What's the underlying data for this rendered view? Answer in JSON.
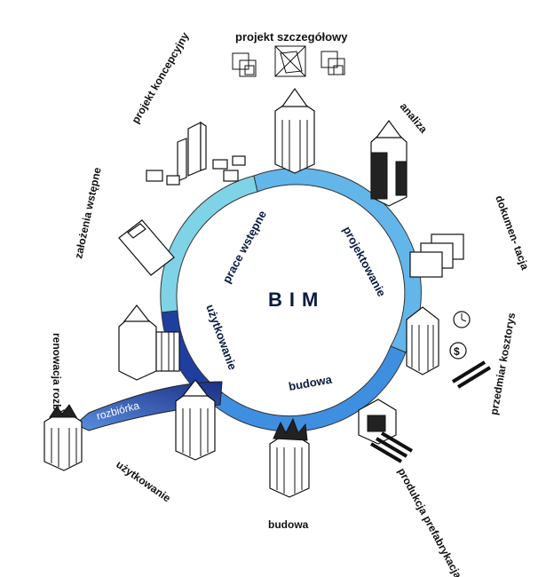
{
  "center_label": "BIM",
  "ring_phases": {
    "design_pre": "prace wstępne",
    "design": "projektowanie",
    "construction": "budowa",
    "use": "użytkowanie"
  },
  "demolition_label": "rozbiórka",
  "outer_labels": {
    "detail_design": "projekt szczegółowy",
    "concept_design": "projekt koncepcyjny",
    "analysis": "analiza",
    "documentation": "dokumen- tacja",
    "assumptions": "założenia wstępne",
    "renovation": "renowacja rozbudowa",
    "quantity": "przedmiar kosztorys",
    "prefab": "produkcja prefabrykacja",
    "construction": "budowa",
    "use": "użytkowanie"
  },
  "colors": {
    "ring_light": "#7fd3e6",
    "ring_mid": "#5aa9e6",
    "ring_dark": "#1f3f9f",
    "ring_deep": "#1a2f85",
    "arrow": "#2a54b8"
  }
}
